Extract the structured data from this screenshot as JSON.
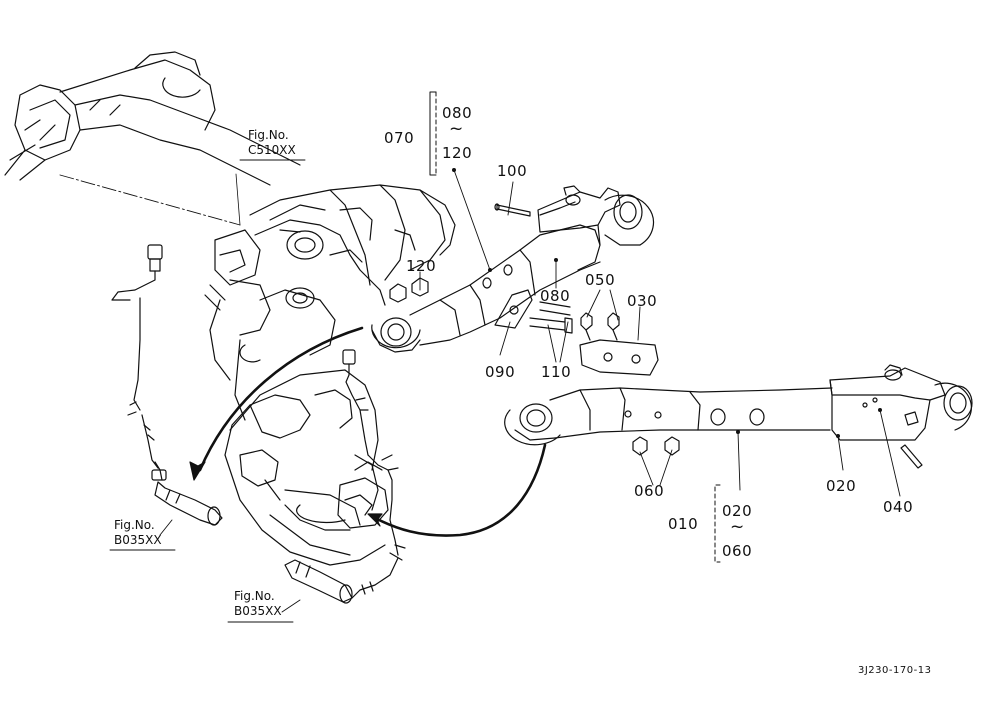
{
  "callouts": {
    "c070": "070",
    "c080a": "080",
    "c120a": "120",
    "c100": "100",
    "c120b": "120",
    "c080b": "080",
    "c050": "050",
    "c030": "030",
    "c090": "090",
    "c110": "110",
    "c060": "060",
    "c020a": "020",
    "c040": "040",
    "c010": "010",
    "c020b": "020",
    "c060b": "060",
    "tilde": "~"
  },
  "figure_refs": [
    {
      "line1": "Fig.No.",
      "line2": "C510XX"
    },
    {
      "line1": "Fig.No.",
      "line2": "B035XX"
    },
    {
      "line1": "Fig.No.",
      "line2": "B035XX"
    }
  ],
  "drawing_code": "3J230-170-13"
}
